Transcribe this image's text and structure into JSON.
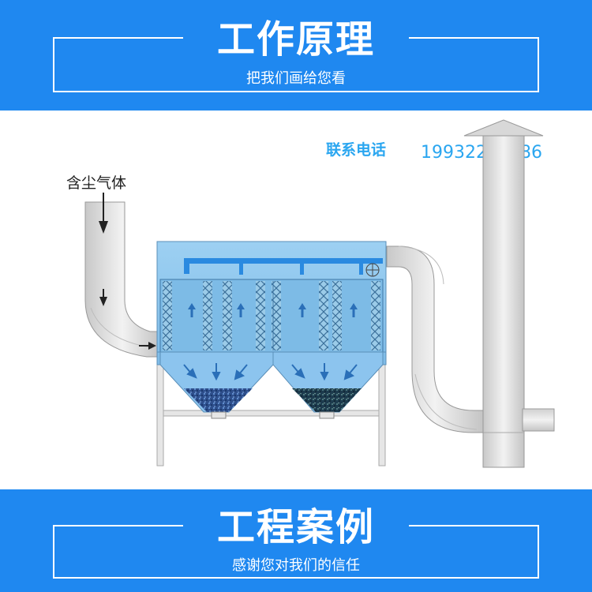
{
  "header": {
    "title": "工作原理",
    "subtitle": "把我们画给您看"
  },
  "diagram": {
    "contact_label": "联系电话",
    "phone": "19932201686",
    "inlet_label": "含尘气体"
  },
  "footer": {
    "title": "工程案例",
    "subtitle": "感谢您对我们的信任"
  },
  "colors": {
    "banner_blue": "#1f88f0",
    "filter_blue": "#8cc4ee",
    "duct_gray": "#dcdcdc",
    "contact_blue": "#2aa6f0"
  }
}
